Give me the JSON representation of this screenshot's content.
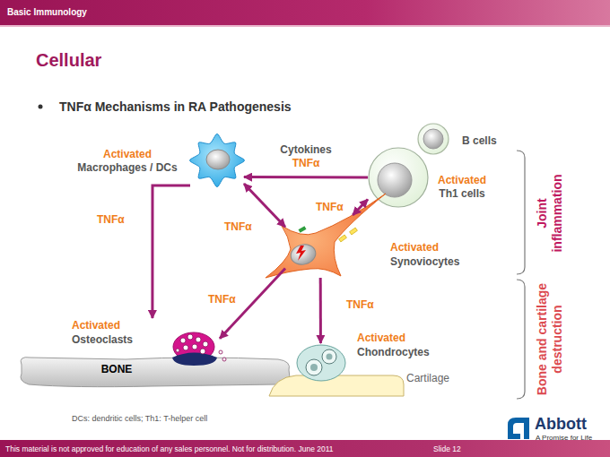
{
  "diagram": {
    "title": "Cellular",
    "nodes": [
      {
        "text": [
          "Activated",
          "Macrophages / DCs"
        ]
      },
      {
        "text": [
          "B cells"
        ]
      },
      {
        "text": [
          "Activated",
          "Th1 cells"
        ]
      },
      {
        "text": [
          "Activated",
          "Synoviocytes"
        ]
      },
      {
        "text": [
          "Activated",
          "Osteoclasts"
        ]
      },
      {
        "text": [
          "BONE"
        ]
      },
      {
        "text": [
          "Activated",
          "Chondrocytes"
        ]
      },
      {
        "text": [
          "Cartilage"
        ]
      }
    ],
    "edges": [
      {
        "from": 0,
        "to": 4,
        "arrow": "to",
        "label": "TNFα"
      },
      {
        "from": 2,
        "to": 0,
        "arrow": "to",
        "label": "Cytokines TNFα"
      },
      {
        "from": 0,
        "to": 3,
        "arrow": "both",
        "label": "TNFα"
      },
      {
        "from": 2,
        "to": 3,
        "arrow": "both",
        "label": "TNFα"
      },
      {
        "from": 3,
        "to": 4,
        "arrow": "to",
        "label": "TNFα"
      },
      {
        "from": 3,
        "to": 6,
        "arrow": "to",
        "label": "TNFα"
      }
    ],
    "labels": [
      "Basic Immunology",
      "TNFα Mechanisms in RA Pathogenesis",
      "Joint inflammation",
      "Bone and cartilage destruction",
      "DCs: dendritic cells; Th1: T-helper cell",
      "Abbott",
      "A Promise for Life",
      "This material is not approved for education of any sales personnel. Not for distribution. June 2011",
      "Slide 12"
    ]
  }
}
